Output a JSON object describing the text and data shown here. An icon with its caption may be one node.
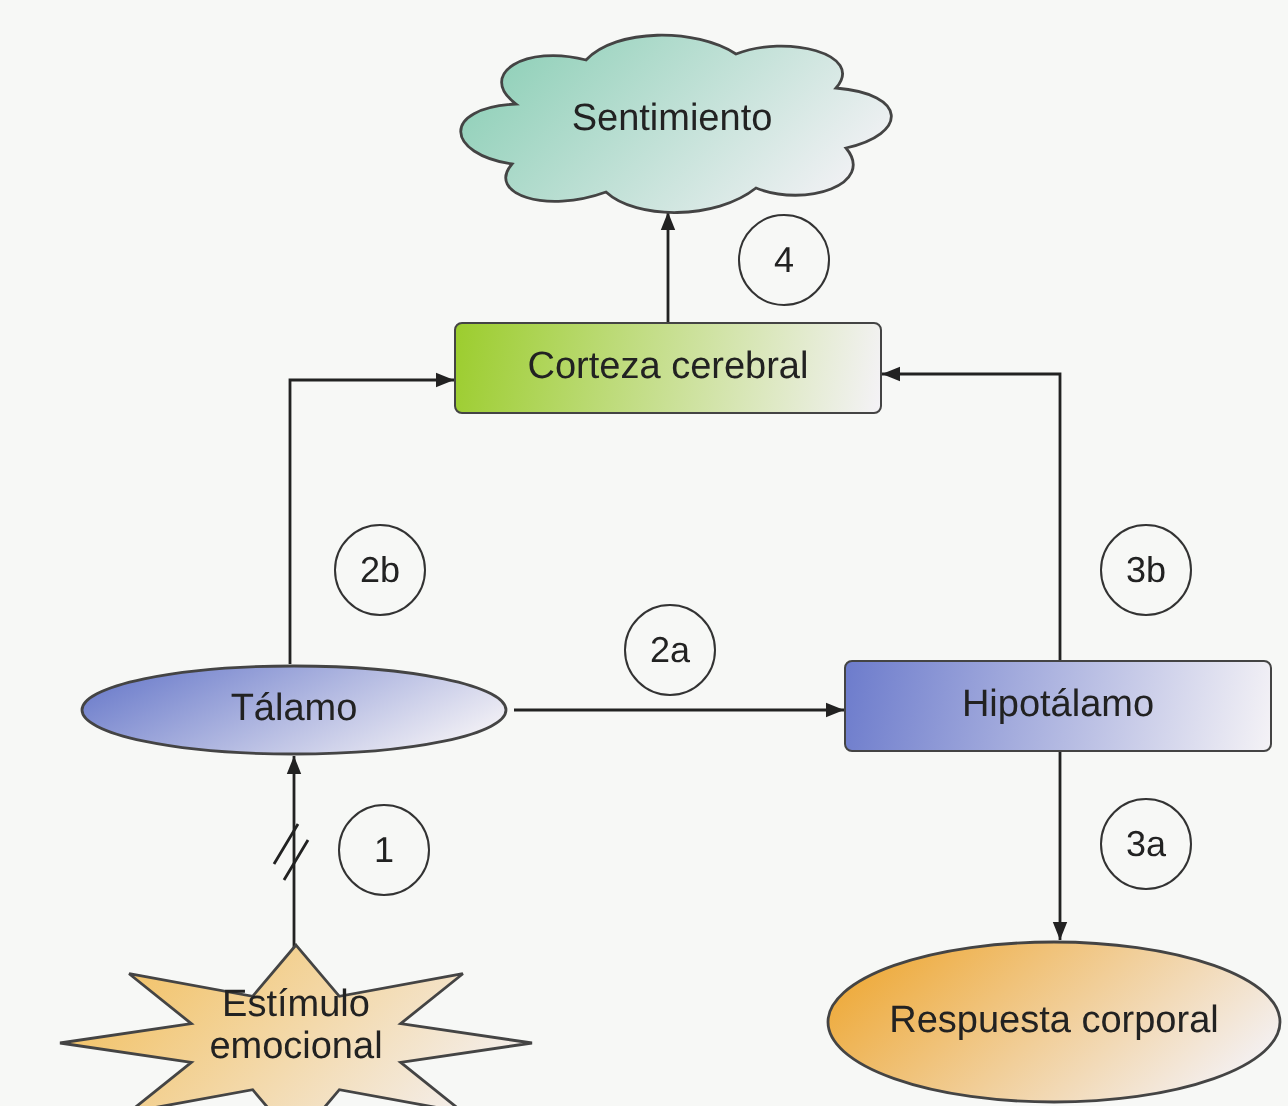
{
  "diagram": {
    "nodes": [
      {
        "text": [
          "Sentimiento"
        ]
      },
      {
        "text": [
          "Corteza cerebral"
        ]
      },
      {
        "text": [
          "Tálamo"
        ]
      },
      {
        "text": [
          "Hipotálamo"
        ]
      },
      {
        "text": [
          "Estímulo emocional"
        ]
      },
      {
        "text": [
          "Respuesta corporal"
        ]
      }
    ],
    "edges": [
      {
        "from": 4,
        "to": 2,
        "arrow": "to",
        "label": "1"
      },
      {
        "from": 2,
        "to": 3,
        "arrow": "to",
        "label": "2a"
      },
      {
        "from": 2,
        "to": 1,
        "arrow": "to",
        "label": "2b"
      },
      {
        "from": 3,
        "to": 5,
        "arrow": "to",
        "label": "3a"
      },
      {
        "from": 3,
        "to": 1,
        "arrow": "to",
        "label": "3b"
      },
      {
        "from": 1,
        "to": 0,
        "arrow": "to",
        "label": "4"
      }
    ]
  }
}
